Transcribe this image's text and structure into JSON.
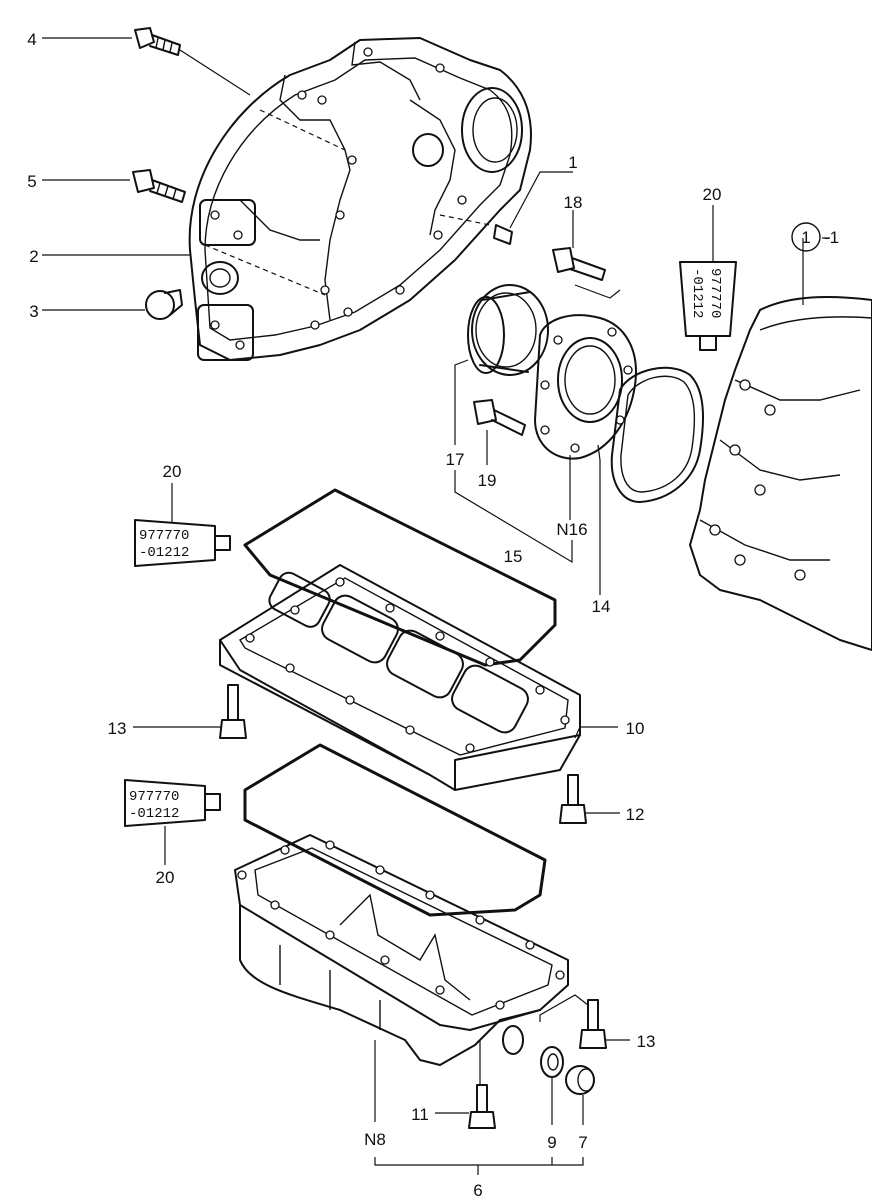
{
  "labels": {
    "p1": "1",
    "p1_ref": "-1",
    "p1_circle": "1",
    "p2": "2",
    "p3": "3",
    "p4": "4",
    "p5": "5",
    "p6": "6",
    "p7": "7",
    "n8": "N8",
    "p9": "9",
    "p10": "10",
    "p11": "11",
    "p12": "12",
    "p13a": "13",
    "p13b": "13",
    "p14": "14",
    "p15": "15",
    "n16": "N16",
    "p17": "17",
    "p18": "18",
    "p19": "19",
    "p20a": "20",
    "p20b": "20",
    "p20c": "20"
  },
  "sealant_tubes": {
    "code_line1": "977770",
    "code_line2": "-01212"
  }
}
